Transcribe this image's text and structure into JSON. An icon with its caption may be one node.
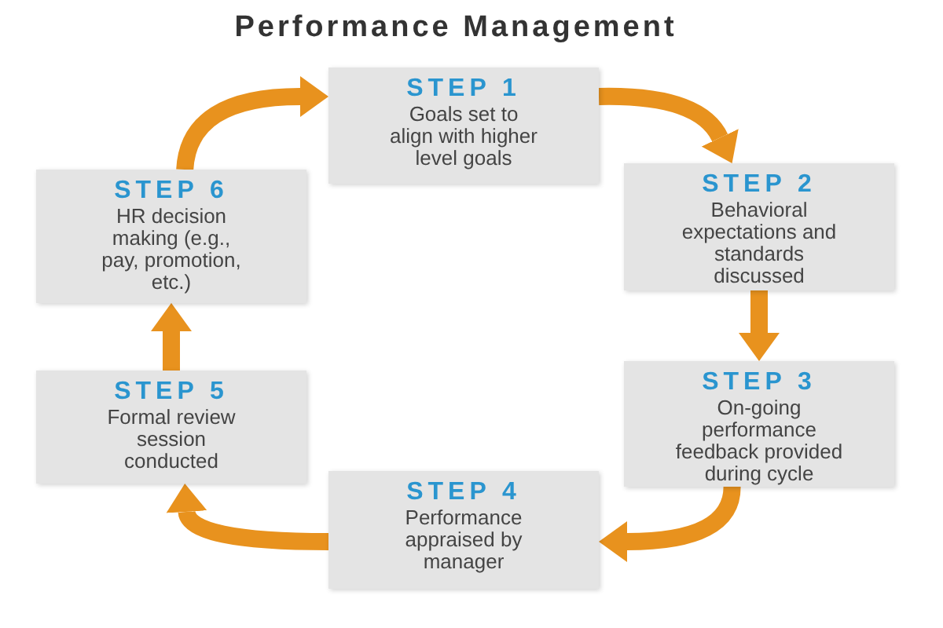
{
  "diagram": {
    "title": "Performance Management",
    "nodes": [
      {
        "text": [
          "STEP 1",
          "Goals set to align with higher level goals"
        ]
      },
      {
        "text": [
          "STEP 2",
          "Behavioral expectations and standards discussed"
        ]
      },
      {
        "text": [
          "STEP 3",
          "On-going performance feedback provided during cycle"
        ]
      },
      {
        "text": [
          "STEP 4",
          "Performance appraised by manager"
        ]
      },
      {
        "text": [
          "STEP 5",
          "Formal review session conducted"
        ]
      },
      {
        "text": [
          "STEP 6",
          "HR decision making (e.g., pay, promotion, etc.)"
        ]
      }
    ],
    "edges": [
      {
        "from": 0,
        "to": 1,
        "arrow": "to"
      },
      {
        "from": 1,
        "to": 2,
        "arrow": "to"
      },
      {
        "from": 2,
        "to": 3,
        "arrow": "to"
      },
      {
        "from": 3,
        "to": 4,
        "arrow": "to"
      },
      {
        "from": 4,
        "to": 5,
        "arrow": "to"
      },
      {
        "from": 5,
        "to": 0,
        "arrow": "to"
      }
    ]
  }
}
